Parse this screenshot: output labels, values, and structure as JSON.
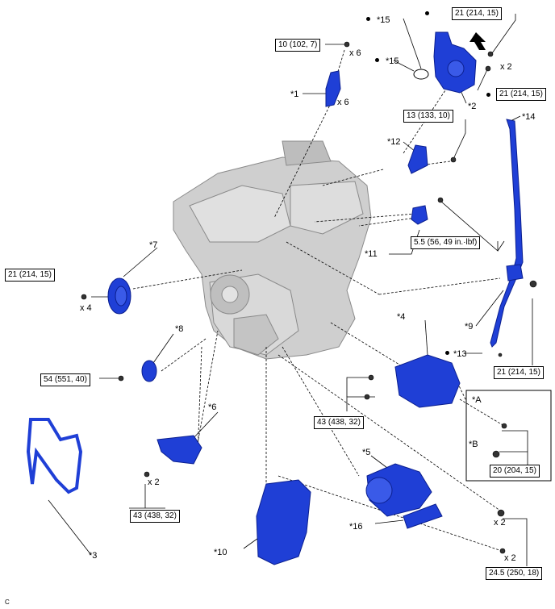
{
  "colors": {
    "part_blue": "#1f3fd6",
    "part_dark_blue": "#0b1f8f",
    "engine_gray": "#c9c9c9",
    "line": "#000000"
  },
  "callouts": {
    "c1": "*1",
    "c2": "*2",
    "c3": "*3",
    "c4": "*4",
    "c5": "*5",
    "c6": "*6",
    "c7": "*7",
    "c8": "*8",
    "c9": "*9",
    "c10": "*10",
    "c11": "*11",
    "c12": "*12",
    "c13": "*13",
    "c14": "*14",
    "c15a": "*15",
    "c15b": "*15",
    "c16": "*16",
    "cA": "*A",
    "cB": "*B"
  },
  "torques": {
    "t_10": "10 (102, 7)",
    "t_21_top": "21 (214, 15)",
    "t_21_pump": "21 (214, 15)",
    "t_13": "13 (133, 10)",
    "t_55": "5.5 (56, 49 in.·lbf)",
    "t_21_left": "21 (214, 15)",
    "t_54": "54 (551, 40)",
    "t_21_right": "21 (214, 15)",
    "t_43_alt": "43 (438, 32)",
    "t_20": "20 (204, 15)",
    "t_43_low": "43 (438, 32)",
    "t_245": "24.5 (250, 18)"
  },
  "quantities": {
    "q_x6_bolt": "x 6",
    "q_x6_coil": "x 6",
    "q_x2_pump": "x 2",
    "q_x4": "x 4",
    "q_x2_left": "x 2",
    "q_x2_nut": "x 2",
    "q_x2_bolt": "x 2"
  },
  "corner_mark": "C"
}
